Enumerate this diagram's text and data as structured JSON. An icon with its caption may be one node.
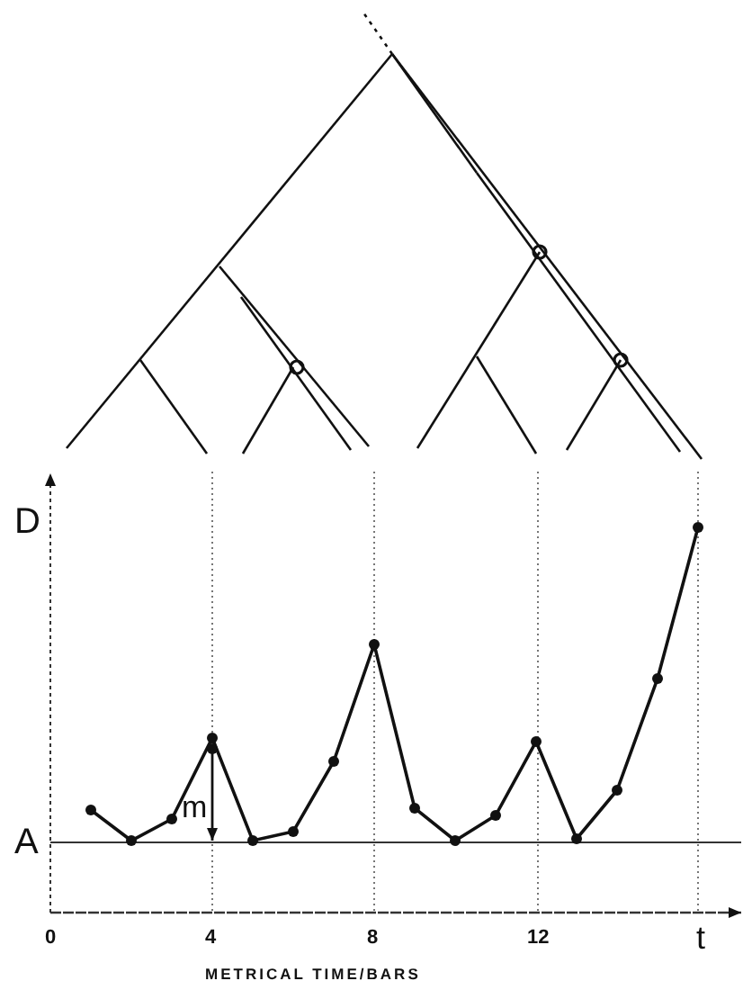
{
  "diagram": {
    "labels": [
      "D",
      "m",
      "A",
      "0",
      "4",
      "8",
      "12",
      "t",
      "METRICAL TIME/BARS"
    ]
  }
}
